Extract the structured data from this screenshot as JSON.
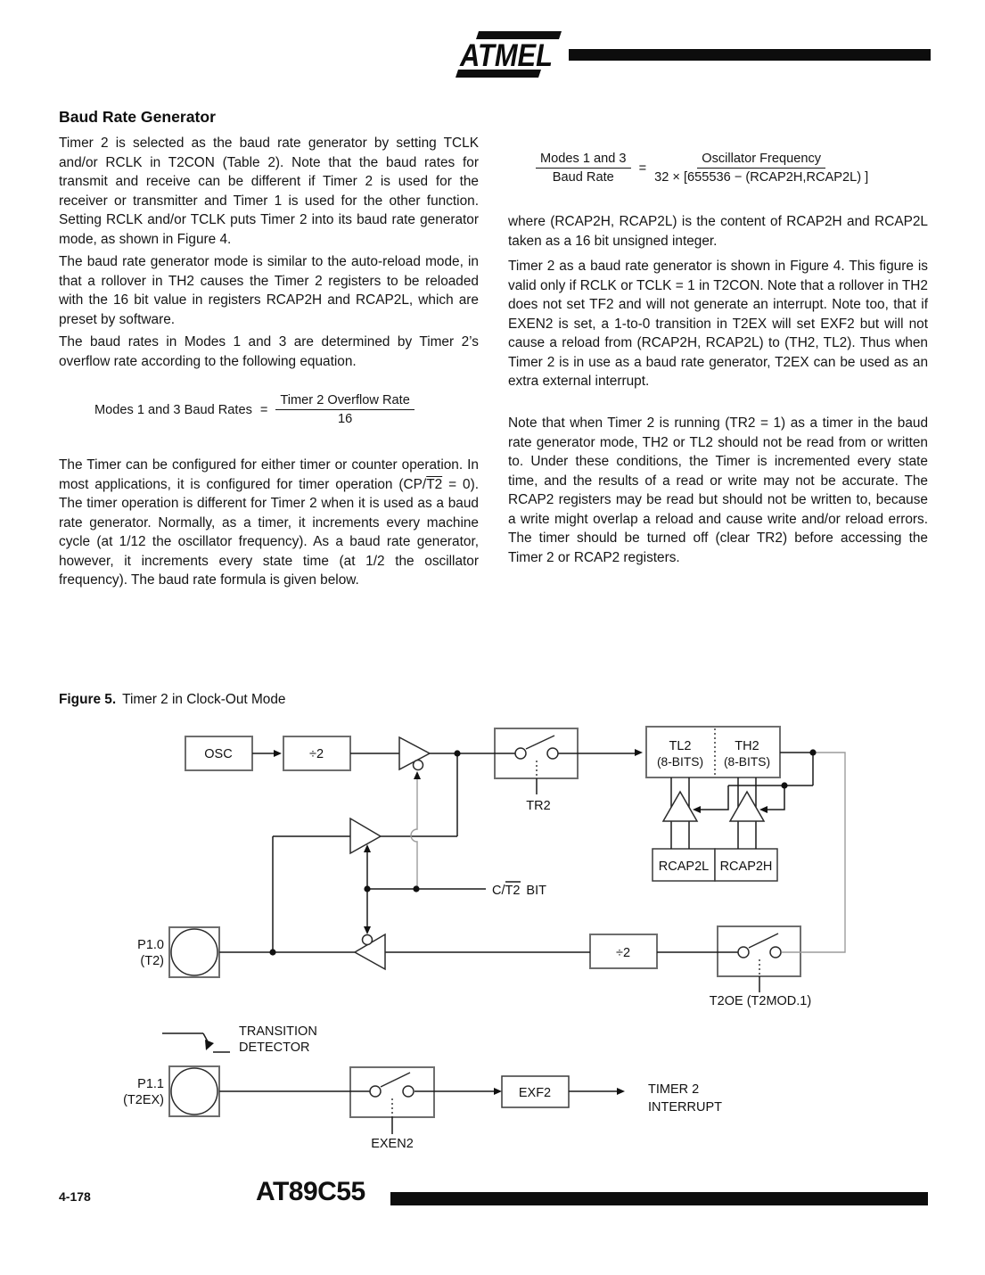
{
  "header": {
    "brand": "ATMEL"
  },
  "left": {
    "heading": "Baud Rate Generator",
    "p1": "Timer 2 is selected as the baud rate generator by setting TCLK and/or RCLK in T2CON (Table 2). Note that the baud rates for transmit and receive can be different if Timer 2 is used for the receiver or transmitter and Timer 1 is used for the other function. Setting RCLK and/or TCLK puts Timer 2 into its baud rate generator mode, as shown in Figure 4.",
    "p2": "The baud rate generator mode is similar to the auto-reload mode, in that a rollover in TH2 causes the Timer 2 registers to be reloaded with the 16 bit value in registers RCAP2H and RCAP2L, which are preset by software.",
    "p3": "The baud rates in Modes 1 and 3 are determined by Timer 2’s overflow rate according to the following equation.",
    "eq1": {
      "lhs": "Modes 1 and 3 Baud Rates",
      "equals": "=",
      "num": "Timer 2 Overflow Rate",
      "den": "16"
    },
    "p4a": "The Timer can be configured for either timer or counter operation. In most applications, it is configured for timer operation (CP/",
    "p4ov": "T2",
    "p4b": " = 0). The timer operation is different for Timer 2 when it is used as a baud rate generator. Normally, as a timer, it increments every machine cycle (at 1/12 the oscillator frequency). As a baud rate generator, however, it increments every state time (at 1/2 the oscillator frequency). The baud rate formula is given below."
  },
  "right": {
    "eq2": {
      "lhs_num": "Modes 1 and 3",
      "lhs_den": "Baud Rate",
      "equals": "=",
      "num": "Oscillator Frequency",
      "den": "32 × [655536 − (RCAP2H,RCAP2L) ]"
    },
    "p5": "where (RCAP2H, RCAP2L) is the content of RCAP2H and RCAP2L taken as a 16 bit unsigned integer.",
    "p6": "Timer 2 as a baud rate generator is shown in Figure 4. This figure is valid only if RCLK or TCLK = 1 in T2CON. Note that a rollover in TH2 does not set TF2 and will not generate an interrupt. Note too, that if EXEN2 is set, a 1-to-0 transition in T2EX will set EXF2 but will not cause a reload from (RCAP2H, RCAP2L) to (TH2, TL2). Thus when Timer 2 is in use as a baud rate generator, T2EX can be used as an extra external interrupt.",
    "p7": "Note that when Timer 2 is running (TR2 = 1) as a timer in the baud rate generator mode, TH2 or TL2 should not be read from or written to. Under these conditions, the Timer is incremented every state time, and the results of a read or write may not be accurate. The RCAP2 registers may be read but should not be written to, because a write might overlap a reload and cause write and/or reload errors. The timer should be turned off (clear TR2) before accessing the Timer 2 or RCAP2 registers."
  },
  "figure": {
    "cap_label": "Figure 5.",
    "cap_text": "Timer 2 in Clock-Out Mode",
    "osc": "OSC",
    "div2a": "÷2",
    "tr2": "TR2",
    "tl2": "TL2",
    "tl2b": "(8-BITS)",
    "th2": "TH2",
    "th2b": "(8-BITS)",
    "rcap2l": "RCAP2L",
    "rcap2h": "RCAP2H",
    "ct2a": "C/",
    "ct2b": "T2",
    "ct2c": "BIT",
    "p10": "P1.0",
    "p10s": "(T2)",
    "div2b": "÷2",
    "t2oe": "T2OE (T2MOD.1)",
    "td1": "TRANSITION",
    "td2": "DETECTOR",
    "p11": "P1.1",
    "p11s": "(T2EX)",
    "exen2": "EXEN2",
    "exf2": "EXF2",
    "int1": "TIMER 2",
    "int2": "INTERRUPT"
  },
  "footer": {
    "page": "4-178",
    "part": "AT89C55"
  }
}
